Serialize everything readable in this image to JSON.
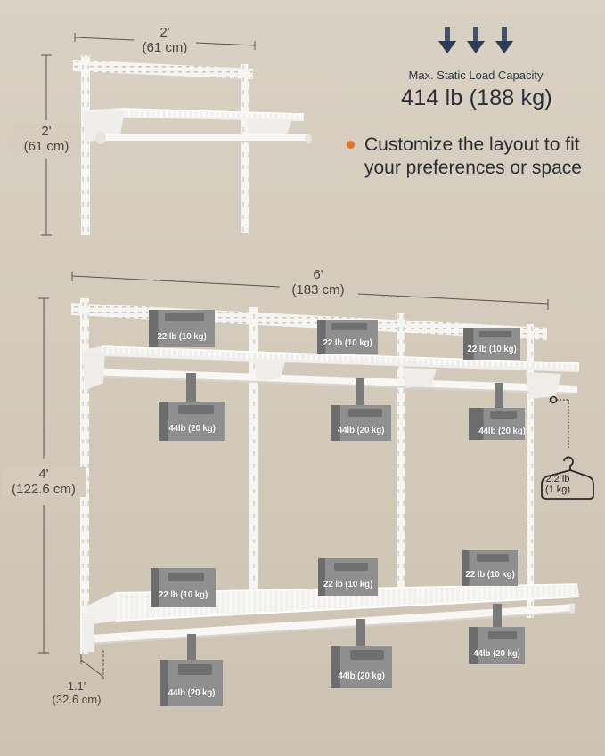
{
  "colors": {
    "background": "#d5ccbd",
    "frame": "#f4f3f0",
    "weight": "#8e8e8e",
    "weight_dark": "#6a6a6a",
    "accent_bullet": "#e2722a",
    "arrow": "#2c3e55",
    "text": "#2a2d31",
    "dimension_line": "#5a544b"
  },
  "icons": {
    "load_arrows": "down-arrow-icon x3",
    "hanger": "hanger-icon",
    "bullet": "orange-dot"
  },
  "small_unit": {
    "width": {
      "ft": "2'",
      "cm": "(61 cm)"
    },
    "height": {
      "ft": "2'",
      "cm": "(61 cm)"
    }
  },
  "load_capacity": {
    "caption": "Max. Static Load Capacity",
    "value": "414 lb (188 kg)"
  },
  "feature": {
    "text": "Customize the layout to fit your preferences or space"
  },
  "large_unit": {
    "width": {
      "ft": "6'",
      "cm": "(183 cm)"
    },
    "height": {
      "ft": "4'",
      "cm": "(122.6 cm)"
    },
    "depth": {
      "ft": "1.1'",
      "cm": "(32.6 cm)"
    }
  },
  "weights": {
    "top_shelf": [
      "22 lb (10 kg)",
      "22 lb (10 kg)",
      "22 lb (10 kg)"
    ],
    "top_rod": [
      "44lb (20 kg)",
      "44lb (20 kg)",
      "44lb (20 kg)"
    ],
    "bottom_shelf": [
      "22 lb (10 kg)",
      "22 lb (10 kg)",
      "22 lb (10 kg)"
    ],
    "bottom_rod": [
      "44lb (20 kg)",
      "44lb (20 kg)",
      "44lb (20 kg)"
    ]
  },
  "hook": {
    "line1": "2.2 lb",
    "line2": "(1 kg)"
  }
}
